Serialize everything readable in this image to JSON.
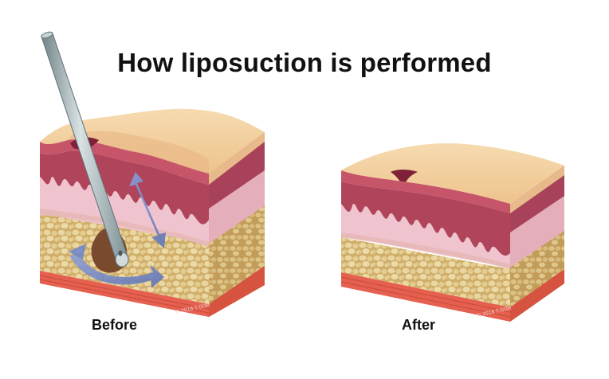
{
  "title": "How liposuction is performed",
  "captions": {
    "before": "Before",
    "after": "After"
  },
  "copyright": {
    "before": "© 2018 T-GOH",
    "after": "© 2018 T-GOH"
  },
  "colors": {
    "epidermis": "#f2cd9a",
    "dermis_dark": "#b24a5f",
    "dermis_light": "#f0c2cc",
    "fat": "#d7b977",
    "fat_cell": "#e8d49c",
    "muscle": "#e3614f",
    "cannula": "#9fb0b4",
    "suction_arrows": "#6f86c9"
  }
}
